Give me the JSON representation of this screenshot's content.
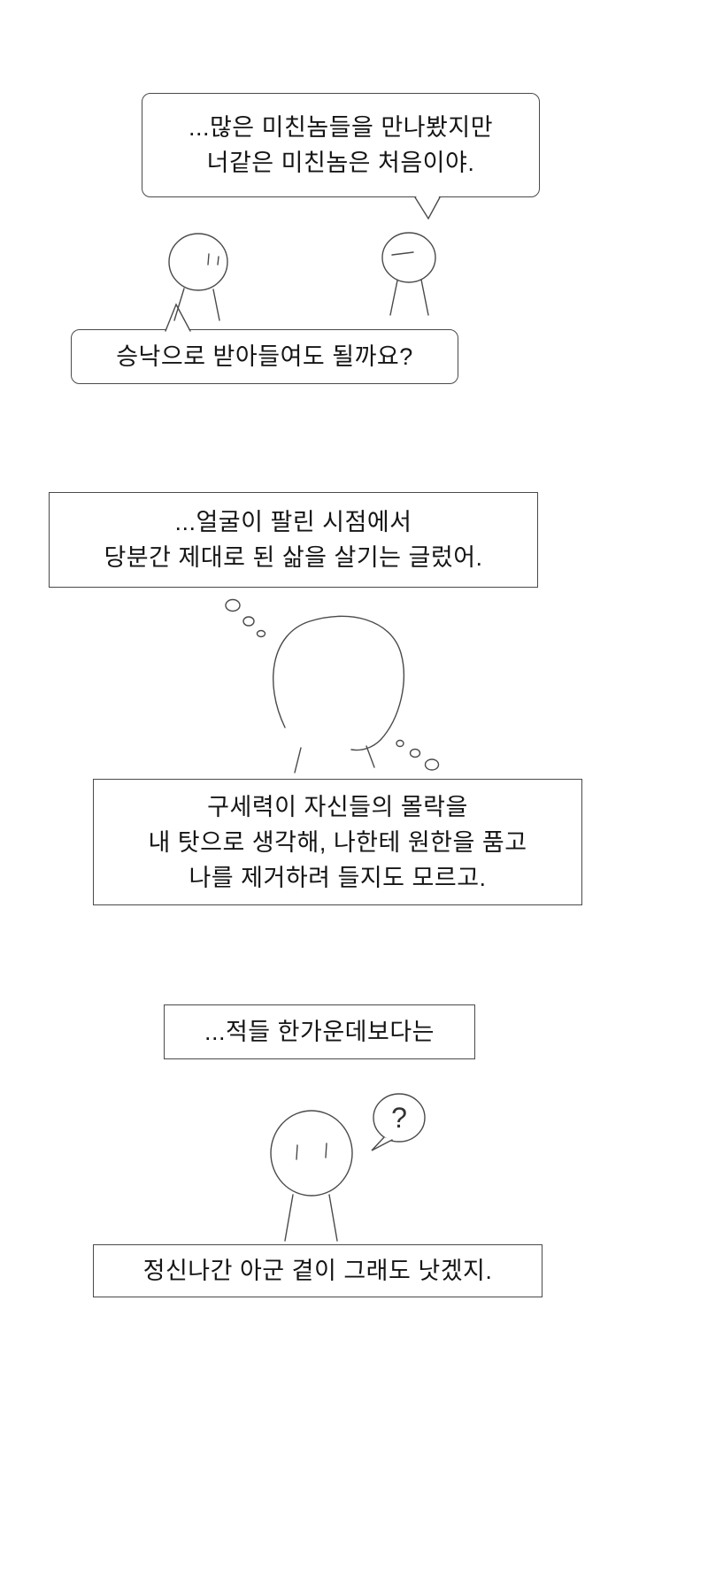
{
  "comic": {
    "bubble_top": {
      "line1": "...많은 미친놈들을 만나봤지만",
      "line2": "너같은 미친놈은 처음이야."
    },
    "bubble_reply": {
      "text": "승낙으로 받아들여도 될까요?"
    },
    "caption_thought_1": {
      "line1": "...얼굴이 팔린 시점에서",
      "line2": "당분간 제대로 된 삶을 살기는 글렀어."
    },
    "caption_thought_2": {
      "line1": "구세력이 자신들의 몰락을",
      "line2": "내 탓으로 생각해, 나한테 원한을 품고",
      "line3": "나를 제거하려 들지도 모르고."
    },
    "caption_thought_3": {
      "text": "...적들 한가운데보다는"
    },
    "question_mark": "?",
    "caption_bottom": {
      "text": "정신나간 아군 곁이 그래도 낫겠지."
    }
  },
  "colors": {
    "ink": "#4a4a4a",
    "text": "#151515",
    "background": "#ffffff"
  }
}
